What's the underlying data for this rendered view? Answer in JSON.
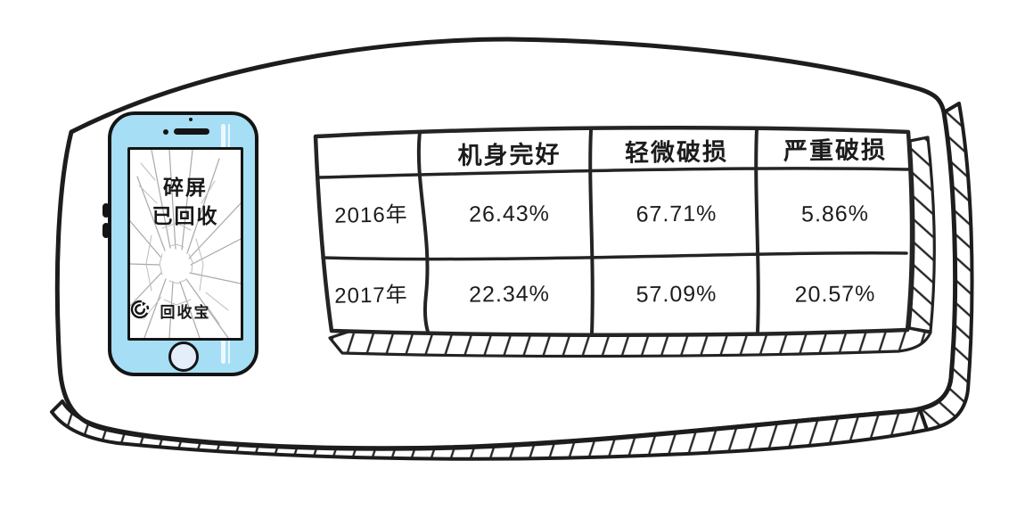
{
  "colors": {
    "phone-body": "#a6def6",
    "screen-white": "#ffffff",
    "home-button-fill": "#e3eefa",
    "ink": "#1f1f1f"
  },
  "phone": {
    "screen_line1": "碎屏",
    "screen_line2": "已回收",
    "brand": "回收宝",
    "brand_icon": "recycle-circle-arrow-icon"
  },
  "chart_data": {
    "type": "table",
    "columns": [
      "",
      "机身完好",
      "轻微破损",
      "严重破损"
    ],
    "rows": [
      {
        "label": "2016年",
        "values": [
          "26.43%",
          "67.71%",
          "5.86%"
        ]
      },
      {
        "label": "2017年",
        "values": [
          "22.34%",
          "57.09%",
          "20.57%"
        ]
      }
    ]
  }
}
